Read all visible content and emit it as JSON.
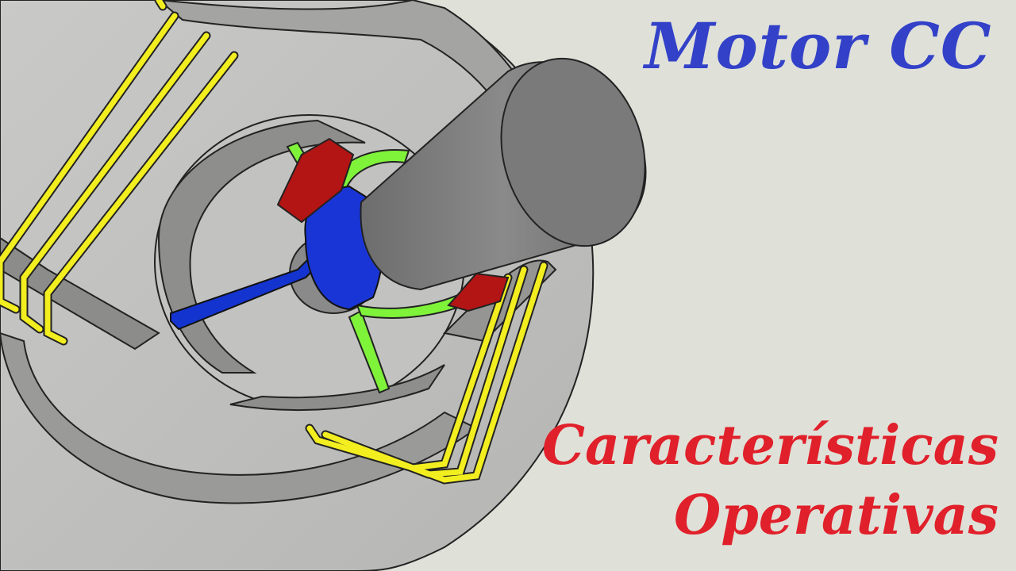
{
  "title": "Motor CC",
  "subtitle_line1": "Características",
  "subtitle_line2": "Operativas",
  "colors": {
    "background": "#dfe0d8",
    "title": "#3241c8",
    "subtitle": "#e0202a",
    "stator": "#9d9d9b",
    "shaft": "#777777",
    "brush": "#b31414",
    "commutator": "#1a35d6",
    "armature_wire": "#7ff23a",
    "field_winding": "#f2ee1f",
    "rotor_lead": "#1434cf"
  }
}
